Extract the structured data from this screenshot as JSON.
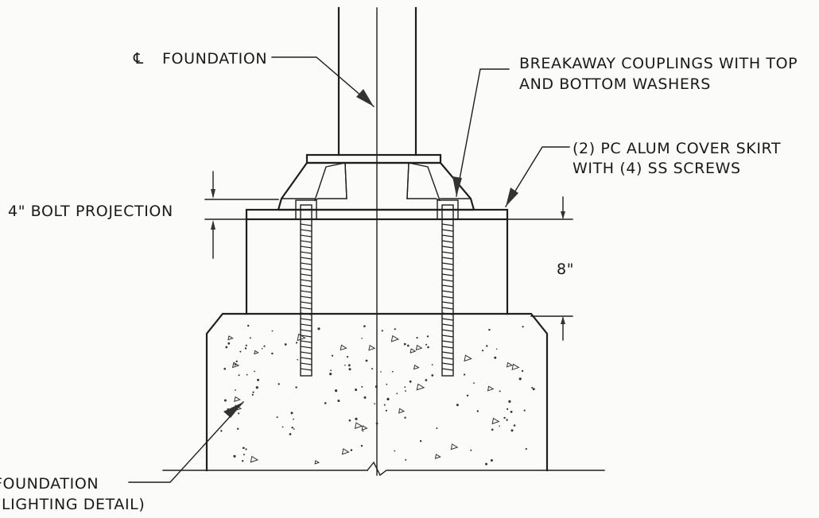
{
  "labels": {
    "cl_foundation": "FOUNDATION",
    "cl_mark": "℄",
    "couplings_line1": "BREAKAWAY COUPLINGS WITH TOP",
    "couplings_line2": "AND BOTTOM WASHERS",
    "skirt_line1": "(2) PC ALUM COVER SKIRT",
    "skirt_line2": "WITH (4) SS SCREWS",
    "bolt_projection": "4\" BOLT PROJECTION",
    "dim_8": "8\"",
    "foundation_line1": "FOUNDATION",
    "foundation_line2": "LIGHTING DETAIL)"
  },
  "icons": {
    "arrowheads": "leader-arrow-icon",
    "aggregate": "aggregate-triangle-icon"
  },
  "colors": {
    "ink": "#1f1f1f",
    "paper": "#fbfbf9"
  }
}
